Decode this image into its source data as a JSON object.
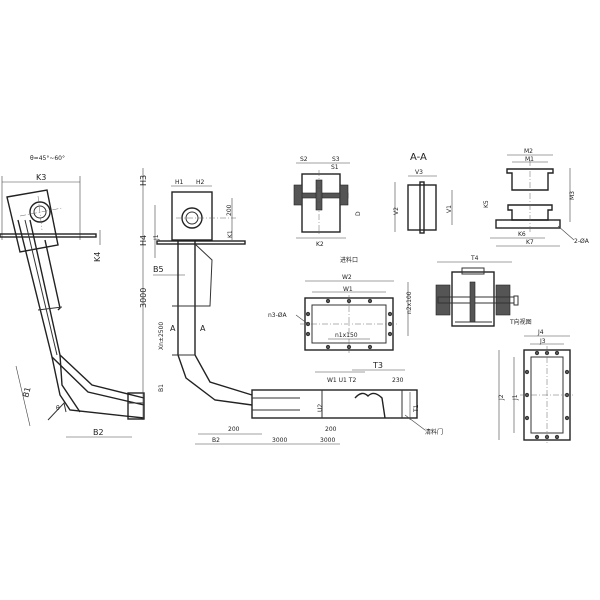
{
  "side_view": {
    "angle": "θ=45°~60°",
    "K3": "K3",
    "K4": "K4",
    "B1": "B1",
    "B2": "B2",
    "theta": "θ"
  },
  "front_view": {
    "H3": "H3",
    "H1": "H1",
    "H2": "H2",
    "H4": "H4",
    "J1": "J1",
    "dim_200_top": "200",
    "K1": "K1",
    "B5": "B5",
    "dim_3000_vert": "3000",
    "Xn": "Xn±2500",
    "section_a_left": "A",
    "section_a_right": "A",
    "B1": "B1",
    "dim_200_a": "200",
    "B2": "B2",
    "dim_3000_a": "3000",
    "dim_200_b": "200",
    "dim_3000_b": "3000",
    "W1_U1_T2": "W1 U1 T2",
    "T3": "T3",
    "dim_230": "230",
    "U2": "U2",
    "T1": "T1",
    "clean_door": "清料门"
  },
  "top_view": {
    "S2": "S2",
    "S3": "S3",
    "S1": "S1",
    "D": "D",
    "K2": "K2"
  },
  "section_aa": {
    "title": "A-A",
    "V3": "V3",
    "V2": "V2",
    "V1": "V1"
  },
  "right_view": {
    "M2": "M2",
    "M1": "M1",
    "M3": "M3",
    "K5": "K5",
    "K6": "K6",
    "K7": "K7",
    "holes": "2-ØA"
  },
  "inlet_view": {
    "title": "进料口",
    "W2": "W2",
    "W1": "W1",
    "holes": "n3-ØA",
    "n2": "n2x100",
    "n1": "n1x150"
  },
  "pump_view": {
    "T4": "T4"
  },
  "t_view": {
    "title": "T向视图",
    "J4": "J4",
    "J3": "J3",
    "J2": "J2",
    "J1": "J1"
  }
}
